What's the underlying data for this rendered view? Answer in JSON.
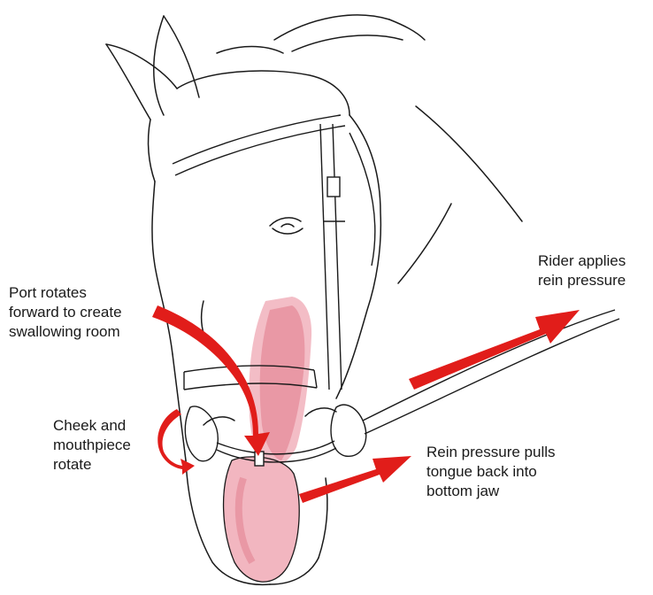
{
  "labels": {
    "port_rotates": [
      "Port rotates",
      "forward to create",
      "swallowing room"
    ],
    "cheek_rotate": [
      "Cheek and",
      "mouthpiece",
      "rotate"
    ],
    "rider_applies": [
      "Rider applies",
      "rein pressure"
    ],
    "rein_pressure_pulls": [
      "Rein pressure pulls",
      "tongue back into",
      "bottom jaw"
    ]
  },
  "colors": {
    "arrow": "#e11d1a",
    "ink": "#1a1a1a",
    "tongue": "#e07a8a",
    "tongue_light": "#f2b6c0",
    "background": "#ffffff"
  }
}
